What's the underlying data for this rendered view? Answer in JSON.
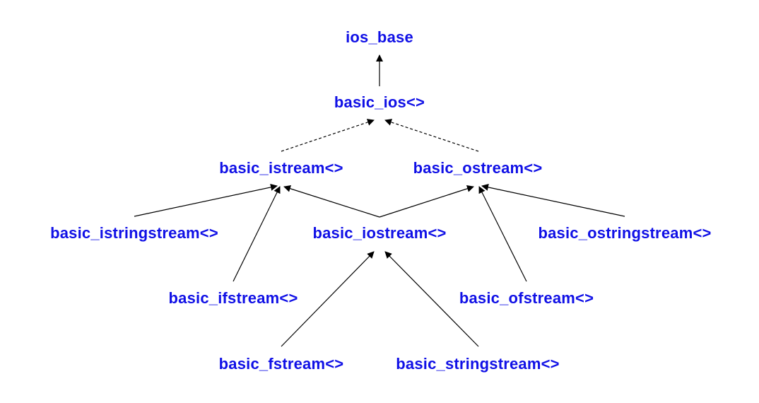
{
  "colors": {
    "node_text": "#1010e6",
    "edge": "#000000",
    "background": "#ffffff"
  },
  "nodes": {
    "ios_base": "ios_base",
    "basic_ios": "basic_ios<>",
    "basic_istream": "basic_istream<>",
    "basic_ostream": "basic_ostream<>",
    "basic_istringstream": "basic_istringstream<>",
    "basic_iostream": "basic_iostream<>",
    "basic_ostringstream": "basic_ostringstream<>",
    "basic_ifstream": "basic_ifstream<>",
    "basic_ofstream": "basic_ofstream<>",
    "basic_fstream": "basic_fstream<>",
    "basic_stringstream": "basic_stringstream<>"
  },
  "edges": [
    {
      "from": "basic_ios",
      "to": "ios_base",
      "style": "solid"
    },
    {
      "from": "basic_istream",
      "to": "basic_ios",
      "style": "dashed"
    },
    {
      "from": "basic_ostream",
      "to": "basic_ios",
      "style": "dashed"
    },
    {
      "from": "basic_istringstream",
      "to": "basic_istream",
      "style": "solid"
    },
    {
      "from": "basic_ifstream",
      "to": "basic_istream",
      "style": "solid"
    },
    {
      "from": "basic_iostream",
      "to": "basic_istream",
      "style": "solid"
    },
    {
      "from": "basic_iostream",
      "to": "basic_ostream",
      "style": "solid"
    },
    {
      "from": "basic_ofstream",
      "to": "basic_ostream",
      "style": "solid"
    },
    {
      "from": "basic_ostringstream",
      "to": "basic_ostream",
      "style": "solid"
    },
    {
      "from": "basic_fstream",
      "to": "basic_iostream",
      "style": "solid"
    },
    {
      "from": "basic_stringstream",
      "to": "basic_iostream",
      "style": "solid"
    }
  ]
}
